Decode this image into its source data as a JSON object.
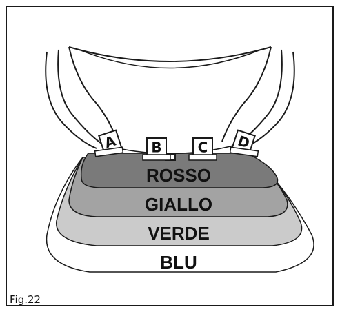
{
  "zones": [
    {
      "label": "ROSSO",
      "color": "#7a7a7a"
    },
    {
      "label": "GIALLO",
      "color": "#a3a3a3"
    },
    {
      "label": "VERDE",
      "color": "#cbcbcb"
    },
    {
      "label": "BLU",
      "color": "#ffffff"
    }
  ],
  "tabs": [
    {
      "label": "A"
    },
    {
      "label": "B"
    },
    {
      "label": "C"
    },
    {
      "label": "D"
    }
  ],
  "caption": "Fig.22"
}
